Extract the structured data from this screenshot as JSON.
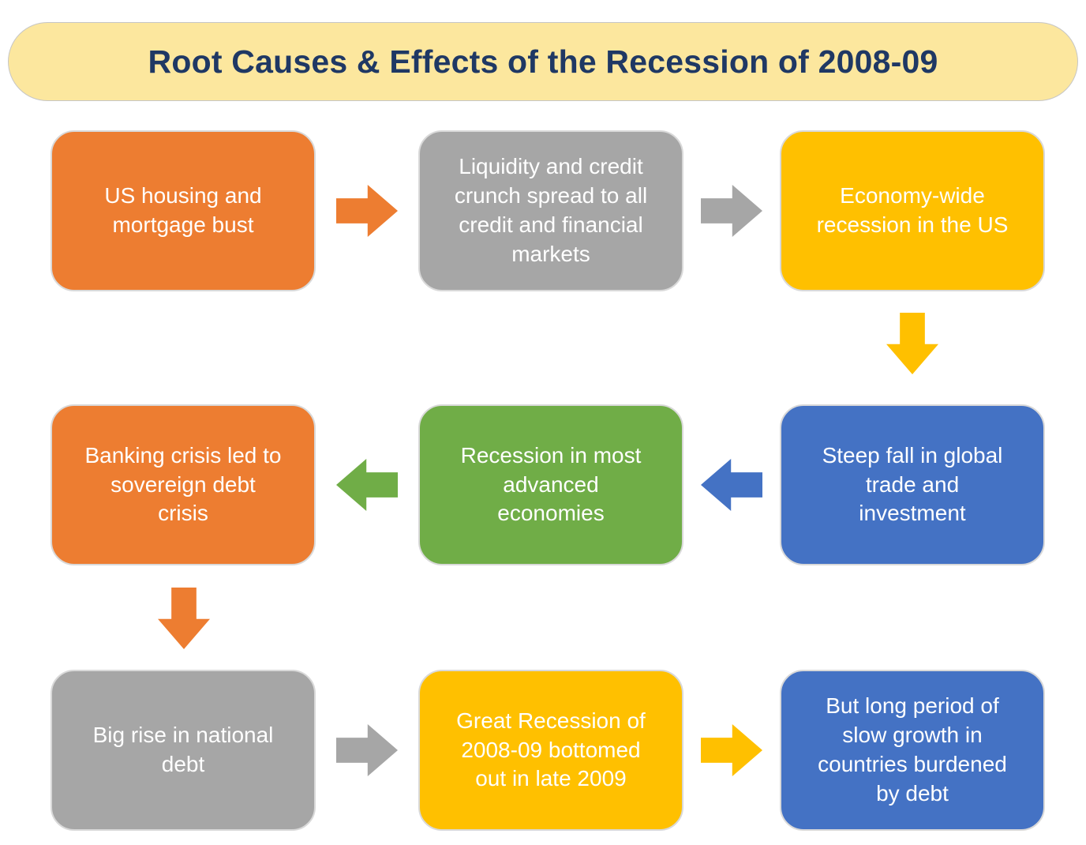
{
  "header": {
    "title": "Root Causes & Effects of the Recession of 2008-09"
  },
  "colors": {
    "orange": "#ED7D31",
    "gray": "#A6A6A6",
    "yellow": "#FFC000",
    "green": "#70AD47",
    "blue": "#4472C4",
    "banner_background": "#FCE79E",
    "title_text": "#1F3864",
    "box_text": "#FFFFFF"
  },
  "flow": {
    "boxes": [
      {
        "id": "us-housing-bust",
        "color": "orange",
        "text": "US housing and\nmortgage bust"
      },
      {
        "id": "liquidity-credit-crunch",
        "color": "gray",
        "text": "Liquidity and credit\ncrunch spread to all\ncredit and financial\nmarkets"
      },
      {
        "id": "us-recession",
        "color": "yellow",
        "text": "Economy-wide\nrecession in the US"
      },
      {
        "id": "banking-sovereign-debt-crisis",
        "color": "orange",
        "text": "Banking crisis led to\nsovereign debt\ncrisis"
      },
      {
        "id": "advanced-economies-recession",
        "color": "green",
        "text": "Recession in most\nadvanced\neconomies"
      },
      {
        "id": "global-trade-fall",
        "color": "blue",
        "text": "Steep fall in global\ntrade and\ninvestment"
      },
      {
        "id": "national-debt-rise",
        "color": "gray",
        "text": "Big rise in national\ndebt"
      },
      {
        "id": "great-recession-bottom",
        "color": "yellow",
        "text": "Great Recession of\n2008-09 bottomed\nout in late 2009"
      },
      {
        "id": "slow-growth-debt-countries",
        "color": "blue",
        "text": "But long period of\nslow growth in\ncountries burdened\nby debt"
      }
    ],
    "arrows": [
      {
        "id": "row1-arrow1",
        "direction": "right",
        "color": "orange"
      },
      {
        "id": "row1-arrow2",
        "direction": "right",
        "color": "gray"
      },
      {
        "id": "col3-down",
        "direction": "down",
        "color": "yellow"
      },
      {
        "id": "row2-arrow1",
        "direction": "left",
        "color": "blue"
      },
      {
        "id": "row2-arrow2",
        "direction": "left",
        "color": "green"
      },
      {
        "id": "col1-down",
        "direction": "down",
        "color": "orange"
      },
      {
        "id": "row3-arrow1",
        "direction": "right",
        "color": "gray"
      },
      {
        "id": "row3-arrow2",
        "direction": "right",
        "color": "yellow"
      }
    ]
  }
}
